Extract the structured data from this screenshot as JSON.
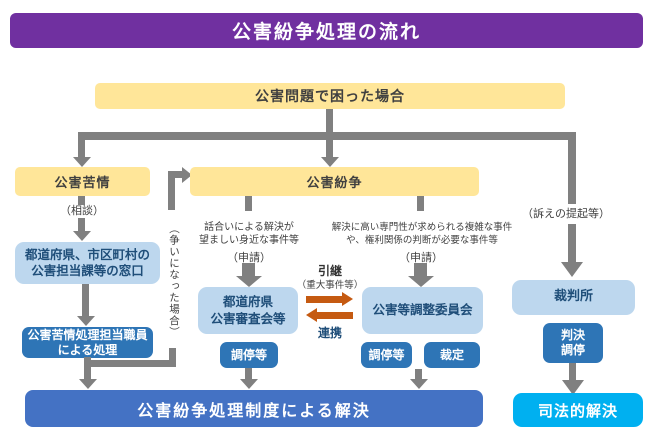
{
  "title": "公害紛争処理の流れ",
  "start": {
    "label": "公害問題で困った場合"
  },
  "complaint": {
    "label": "公害苦情",
    "consult_note": "（相談）",
    "window_line1": "都道府県、市区町村の",
    "window_line2": "公害担当課等の窓口",
    "staff_line1": "公害苦情処理担当職員",
    "staff_line2": "による処理",
    "escalation_note": "（争いになった場合）"
  },
  "dispute": {
    "label": "公害紛争",
    "local": {
      "desc_line1": "話合いによる解決が",
      "desc_line2": "望ましい身近な事件等",
      "apply_note": "（申請）",
      "org_line1": "都道府県",
      "org_line2": "公害審査会等",
      "procedure": "調停等"
    },
    "national": {
      "desc_line1": "解決に高い専門性が求められる複雑な事件",
      "desc_line2": "や、権利関係の判断が必要な事件等",
      "apply_note": "（申請）",
      "org": "公害等調整委員会",
      "procedure1": "調停等",
      "procedure2": "裁定"
    },
    "transfer_label": "引継",
    "transfer_note": "（重大事件等）",
    "cooperation_label": "連携"
  },
  "judicial": {
    "suit_note": "（訴えの提起等）",
    "org": "裁判所",
    "procedure_line1": "判決",
    "procedure_line2": "調停"
  },
  "results": {
    "system": "公害紛争処理制度による解決",
    "court": "司法的解決"
  },
  "colors": {
    "purple": "#7030a0",
    "yellow": "#ffe699",
    "light_blue": "#bdd7ee",
    "medium_blue": "#2e75b6",
    "royal_blue": "#4472c4",
    "cyan": "#00b0f0",
    "gray": "#808080",
    "orange": "#c55a11"
  }
}
